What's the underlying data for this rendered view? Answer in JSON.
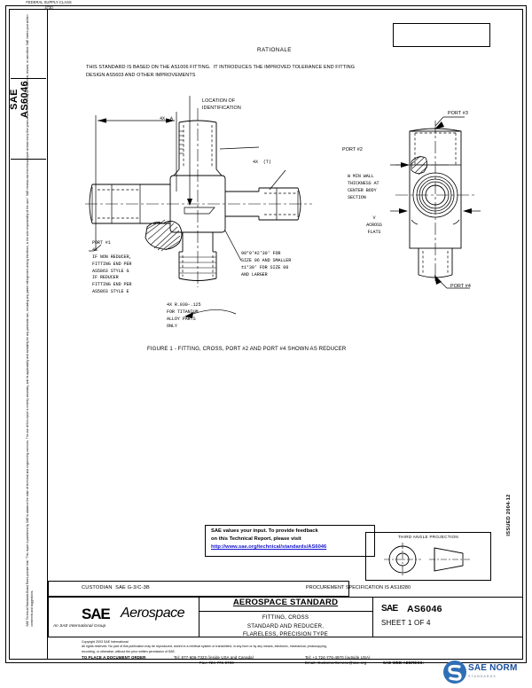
{
  "header": {
    "product_class_line1": "FEDERAL SUPPLY CLASS",
    "product_class_line2": "4730",
    "rationale_label": "RATIONALE",
    "rationale_body": "THIS STANDARD IS BASED ON THE AS1006 FITTING.  IT INTRODUCES THE IMPROVED TOLERANCE END FITTING\nDESIGN AS5603 AND OTHER IMPROVEMENTS",
    "issued": "ISSUED 2004-12"
  },
  "side": {
    "doc_tab": "SAE AS6046",
    "disclaimer": "SAE Technical Standards Board Rules provide that: \"This report is published by SAE to advance the state of technical and engineering sciences. The use of this report is entirely voluntary, and its applicability and suitability for any particular use, including any patent infringement arising therefrom, is the sole responsibility of the user.\"  SAE reviews each technical report at least every five years at which time it may be reaffirmed, revised, or cancelled. SAE invites your written comments and suggestions."
  },
  "drawing": {
    "figure_caption": "FIGURE 1 - FITTING, CROSS, PORT #2 AND PORT #4 SHOWN AS REDUCER",
    "callouts": {
      "location_id": "LOCATION OF\nIDENTIFICATION",
      "dim_4xa": "4X  A",
      "dim_4xt": "4X  (T)",
      "port1": "PORT #1\n4X\nIF NON REDUCER,\nFITTING END PER\nAS5863 STYLE G\nIF REDUCER\nFITTING END PER\nAS5863 STYLE E",
      "port2": "PORT #2",
      "port3": "PORT #3",
      "port4": "PORT #4",
      "angle_note": "90°0'42'30' FOR\nSIZE 06 AND SMALLER\n±1°30' FOR SIZE 08\nAND LARGER",
      "radius_note": "4X R.030-.125\nFOR TITANIUM\nALLOY PARTS\nONLY",
      "wall_note": "W MIN WALL\nTHICKNESS AT\nCENTER BODY\nSECTION",
      "flats_note": "V\nACROSS\nFLATS"
    }
  },
  "feedback": {
    "line1": "SAE values your input. To provide feedback",
    "line2": "on this Technical Report, please visit",
    "url": "http://www.sae.org/technical/standards/AS6046"
  },
  "projection": {
    "title": "THIRD ANGLE PROJECTION"
  },
  "title_block": {
    "custodian": "CUSTODIAN  SAE G-3/C-3B",
    "procurement": "PROCUREMENT SPECIFICATION IS AS18280",
    "logo_bold": "SAE",
    "logo_italic": "Aerospace",
    "logo_sub": "An SAE International Group",
    "standard_title": "AEROSPACE STANDARD",
    "standard_subtitle": "FITTING, CROSS\nSTANDARD AND REDUCER,\nFLARELESS, PRECISION TYPE",
    "sae_mark": "SAE",
    "doc_number": "AS6046",
    "sheet": "SHEET 1 OF 4"
  },
  "footer": {
    "legal": "Copyright 2003 SAE International\nAll rights reserved. No part of this publication may be reproduced, stored in a retrieval system or transmitted, in any form or by any means, electronic, mechanical, photocopying,\nrecording, or otherwise, without the prior written permission of SAE.",
    "order_label": "TO PLACE A DOCUMENT ORDER",
    "tel_usa": "Tel: 877-606-7323 (inside USA and Canada)",
    "fax": "Fax: 724-776-0790",
    "tel_intl": "Tel: +1 724-776-4970 (outside USA)",
    "email": "Email: CustomerService@sae.org",
    "web_label": "SAE WEB ADDRESS:",
    "web_url": "http://www.sae.org"
  },
  "watermark": {
    "brand": "SAE NORM",
    "sub": "STANDARDS"
  },
  "colors": {
    "ink": "#000000",
    "link": "#1414d0",
    "watermark": "#1b4f9c"
  }
}
